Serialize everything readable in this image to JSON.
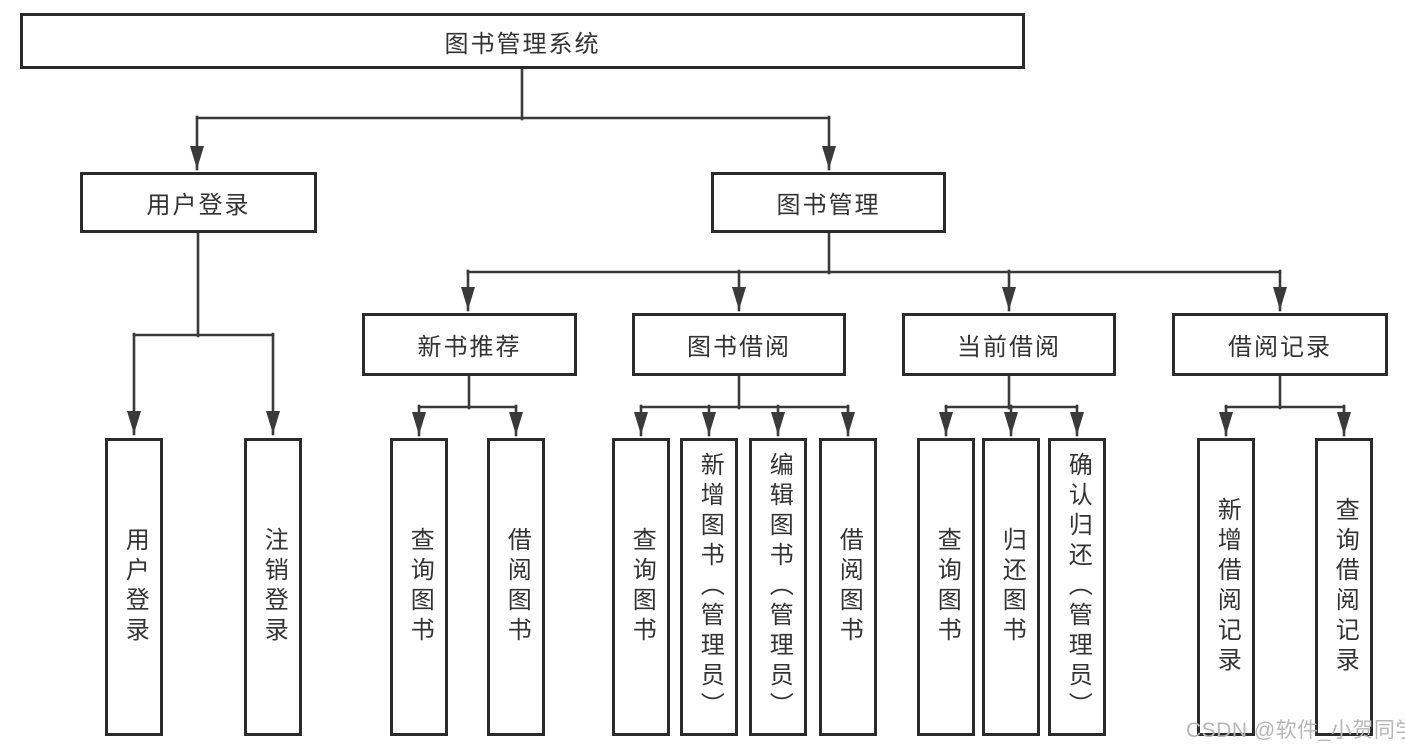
{
  "colors": {
    "background": "#ffffff",
    "box_border": "#2b2b2b",
    "box_fill": "#ffffff",
    "connector_line": "#3a3a3a",
    "text": "#333333",
    "watermark": "#b7b7b7"
  },
  "watermark": "CSDN @软件_小贺同学",
  "tree": {
    "label": "图书管理系统",
    "children": [
      {
        "label": "用户登录",
        "children": [
          {
            "label": "用户登录"
          },
          {
            "label": "注销登录"
          }
        ]
      },
      {
        "label": "图书管理",
        "children": [
          {
            "label": "新书推荐",
            "children": [
              {
                "label": "查询图书"
              },
              {
                "label": "借阅图书"
              }
            ]
          },
          {
            "label": "图书借阅",
            "children": [
              {
                "label": "查询图书"
              },
              {
                "label": "新增图书（管理员）"
              },
              {
                "label": "编辑图书（管理员）"
              },
              {
                "label": "借阅图书"
              }
            ]
          },
          {
            "label": "当前借阅",
            "children": [
              {
                "label": "查询图书"
              },
              {
                "label": "归还图书"
              },
              {
                "label": "确认归还（管理员）"
              }
            ]
          },
          {
            "label": "借阅记录",
            "children": [
              {
                "label": "新增借阅记录"
              },
              {
                "label": "查询借阅记录"
              }
            ]
          }
        ]
      }
    ]
  }
}
